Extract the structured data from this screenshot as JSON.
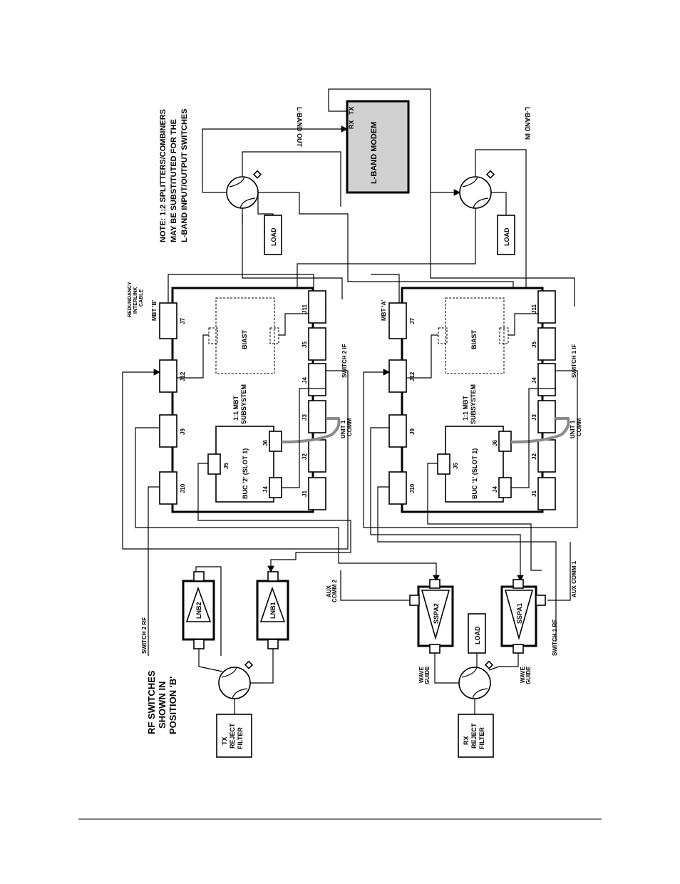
{
  "title_note": {
    "line1": "NOTE: 1:2 SPLITTERS/COMBINERS",
    "line2": "MAY BE SUBSTITUTED FOR THE",
    "line3": "L-BAND INPUT/OUTPUT SWITCHES"
  },
  "lband": {
    "out_label": "L-BAND OUT",
    "in_label": "L-BAND IN",
    "modem_label": "L-BAND MODEM",
    "rx": "RX",
    "tx": "TX"
  },
  "loads": {
    "label": "LOAD"
  },
  "rf_switches": {
    "line1": "RF SWITCHES",
    "line2": "SHOWN IN",
    "line3": "POSITION 'B'"
  },
  "filters": {
    "tx": {
      "line1": "TX",
      "line2": "REJECT",
      "line3": "FILTER"
    },
    "rx": {
      "line1": "RX",
      "line2": "REJECT",
      "line3": "FILTER"
    }
  },
  "amplifiers": {
    "lnb2": "LNB2",
    "lnb1": "LNB1",
    "sspa2": "SSPA2",
    "sspa1": "SSPA1"
  },
  "cables": {
    "switch2_rf": "SWITCH 2 RF",
    "switch1_rf": "SWITCH 1 RF",
    "aux_comm2_a": "AUX",
    "aux_comm2_b": "COMM 2",
    "aux_comm1": "AUX COMM 1",
    "wave": "WAVE",
    "guide": "GUIDE",
    "switch2_if": "SWITCH 2 IF",
    "switch1_if": "SWITCH 1 IF",
    "unit1": "UNIT 1",
    "comm": "COMM",
    "redundancy": {
      "l1": "REDUNDANCY",
      "l2": "INTERLINK",
      "l3": "CABLE"
    }
  },
  "mbt_b": {
    "tag": "MBT 'B'",
    "sub1": "1:1 MBT",
    "sub2": "SUBSYSTEM",
    "biast": "BIAST",
    "buc": "BUC '2' (SLOT 1)",
    "ports": {
      "j1": "J1",
      "j2": "J2",
      "j3": "J3",
      "j4": "J4",
      "j5": "J5",
      "j7": "J7",
      "j9": "J9",
      "j10": "J10",
      "j11": "J11",
      "j12": "J12"
    },
    "buc_ports": {
      "j4": "J4",
      "j5": "J5",
      "j6": "J6"
    }
  },
  "mbt_a": {
    "tag": "MBT 'A'",
    "sub1": "1:1 MBT",
    "sub2": "SUBSYSTEM",
    "biast": "BIAST",
    "buc": "BUC '1' (SLOT 1)",
    "ports": {
      "j1": "J1",
      "j2": "J2",
      "j3": "J3",
      "j4": "J4",
      "j5": "J5",
      "j7": "J7",
      "j9": "J9",
      "j10": "J10",
      "j11": "J11",
      "j12": "J12"
    },
    "buc_ports": {
      "j4": "J4",
      "j5": "J5",
      "j6": "J6"
    }
  }
}
